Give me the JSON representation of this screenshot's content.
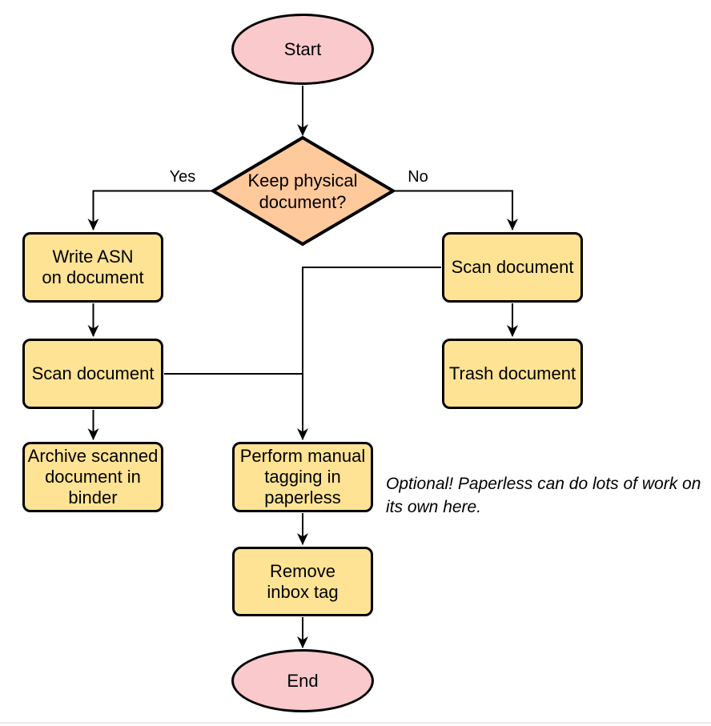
{
  "colors": {
    "terminal_fill": "#f9c9cc",
    "decision_fill": "#fec99b",
    "process_fill": "#ffe394",
    "stroke": "#000000",
    "page_rule": "#f0e6e6"
  },
  "nodes": {
    "start": {
      "label": "Start",
      "type": "terminal"
    },
    "decision": {
      "label": "Keep physical\ndocument?",
      "type": "decision"
    },
    "write_asn": {
      "label": "Write ASN\non document",
      "type": "process"
    },
    "scan_left": {
      "label": "Scan document",
      "type": "process"
    },
    "archive": {
      "label": "Archive scanned\ndocument in\nbinder",
      "type": "process"
    },
    "scan_right": {
      "label": "Scan document",
      "type": "process"
    },
    "trash": {
      "label": "Trash document",
      "type": "process"
    },
    "tagging": {
      "label": "Perform manual\ntagging in\npaperless",
      "type": "process"
    },
    "remove_inbox": {
      "label": "Remove\ninbox tag",
      "type": "process"
    },
    "end": {
      "label": "End",
      "type": "terminal"
    }
  },
  "edge_labels": {
    "yes": "Yes",
    "no": "No"
  },
  "annotation": {
    "text": "Optional! Paperless can do lots of work on\nits own here."
  }
}
